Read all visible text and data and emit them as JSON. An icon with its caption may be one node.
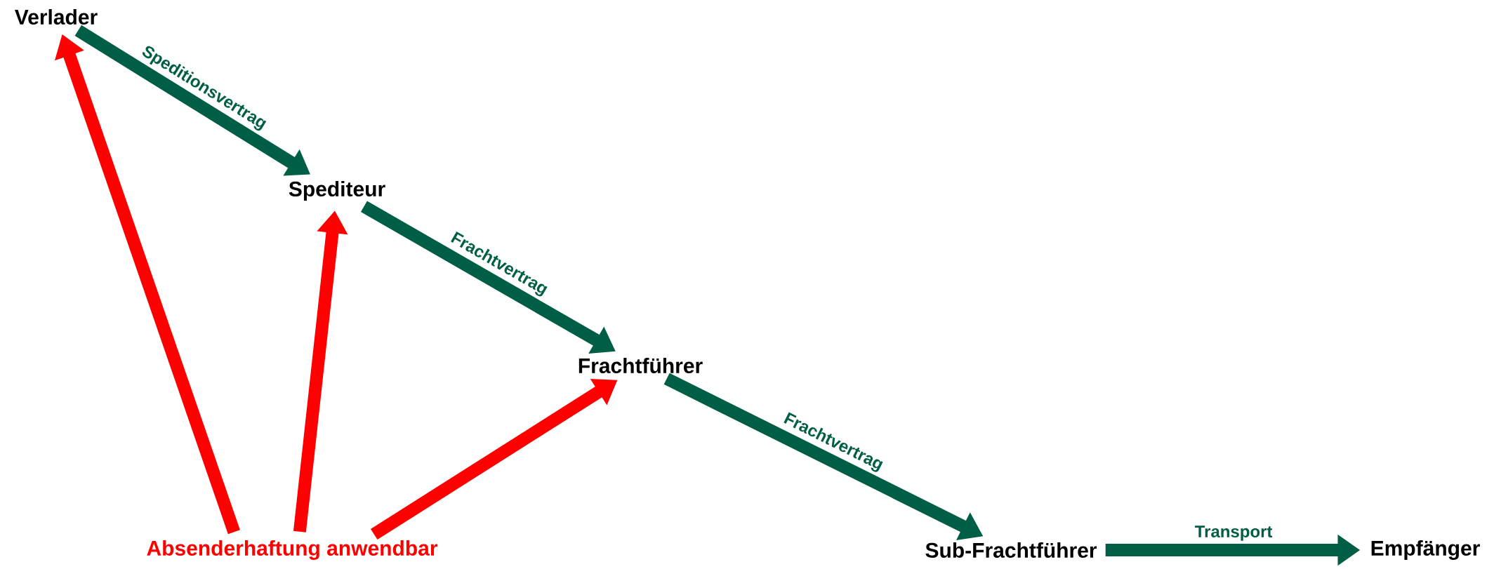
{
  "diagram": {
    "nodes": [
      {
        "text": [
          "Verlader"
        ]
      },
      {
        "text": [
          "Spediteur"
        ]
      },
      {
        "text": [
          "Frachtführer"
        ]
      },
      {
        "text": [
          "Sub-Frachtführer"
        ]
      },
      {
        "text": [
          "Empfänger"
        ]
      },
      {
        "text": [
          "Absenderhaftung anwendbar"
        ]
      }
    ],
    "edges": [
      {
        "from": 0,
        "to": 1,
        "arrow": "to",
        "label": "Speditionsvertrag"
      },
      {
        "from": 1,
        "to": 2,
        "arrow": "to",
        "label": "Frachtvertrag"
      },
      {
        "from": 2,
        "to": 3,
        "arrow": "to",
        "label": "Frachtvertrag"
      },
      {
        "from": 3,
        "to": 4,
        "arrow": "to",
        "label": "Transport"
      },
      {
        "from": 5,
        "to": 0,
        "arrow": "to",
        "color": "#ff0000"
      },
      {
        "from": 5,
        "to": 1,
        "arrow": "to",
        "color": "#ff0000"
      },
      {
        "from": 5,
        "to": 2,
        "arrow": "to",
        "color": "#ff0000"
      }
    ]
  }
}
